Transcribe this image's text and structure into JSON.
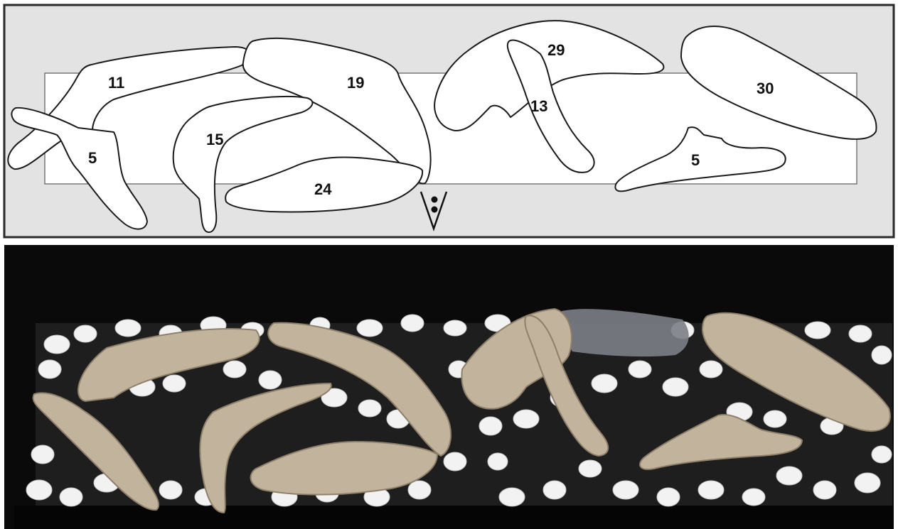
{
  "diagram": {
    "panel_color": "#e3e3e3",
    "border_color": "#2a2a2a",
    "pieces": [
      {
        "name": "log-11",
        "label": "11"
      },
      {
        "name": "log-19",
        "label": "19"
      },
      {
        "name": "log-5-left",
        "label": "5"
      },
      {
        "name": "log-15",
        "label": "15"
      },
      {
        "name": "log-24",
        "label": "24"
      },
      {
        "name": "log-29",
        "label": "29"
      },
      {
        "name": "log-13",
        "label": "13"
      },
      {
        "name": "log-30",
        "label": "30"
      },
      {
        "name": "log-5-right",
        "label": "5"
      }
    ],
    "burner_marker_icon": "triangle-two-dots-icon"
  },
  "photo": {
    "background": "#0a0a0a",
    "driftwood_color": "#c2b49c",
    "pebble_color": "#f2f2f2",
    "ember_color": "#7b7f86"
  }
}
